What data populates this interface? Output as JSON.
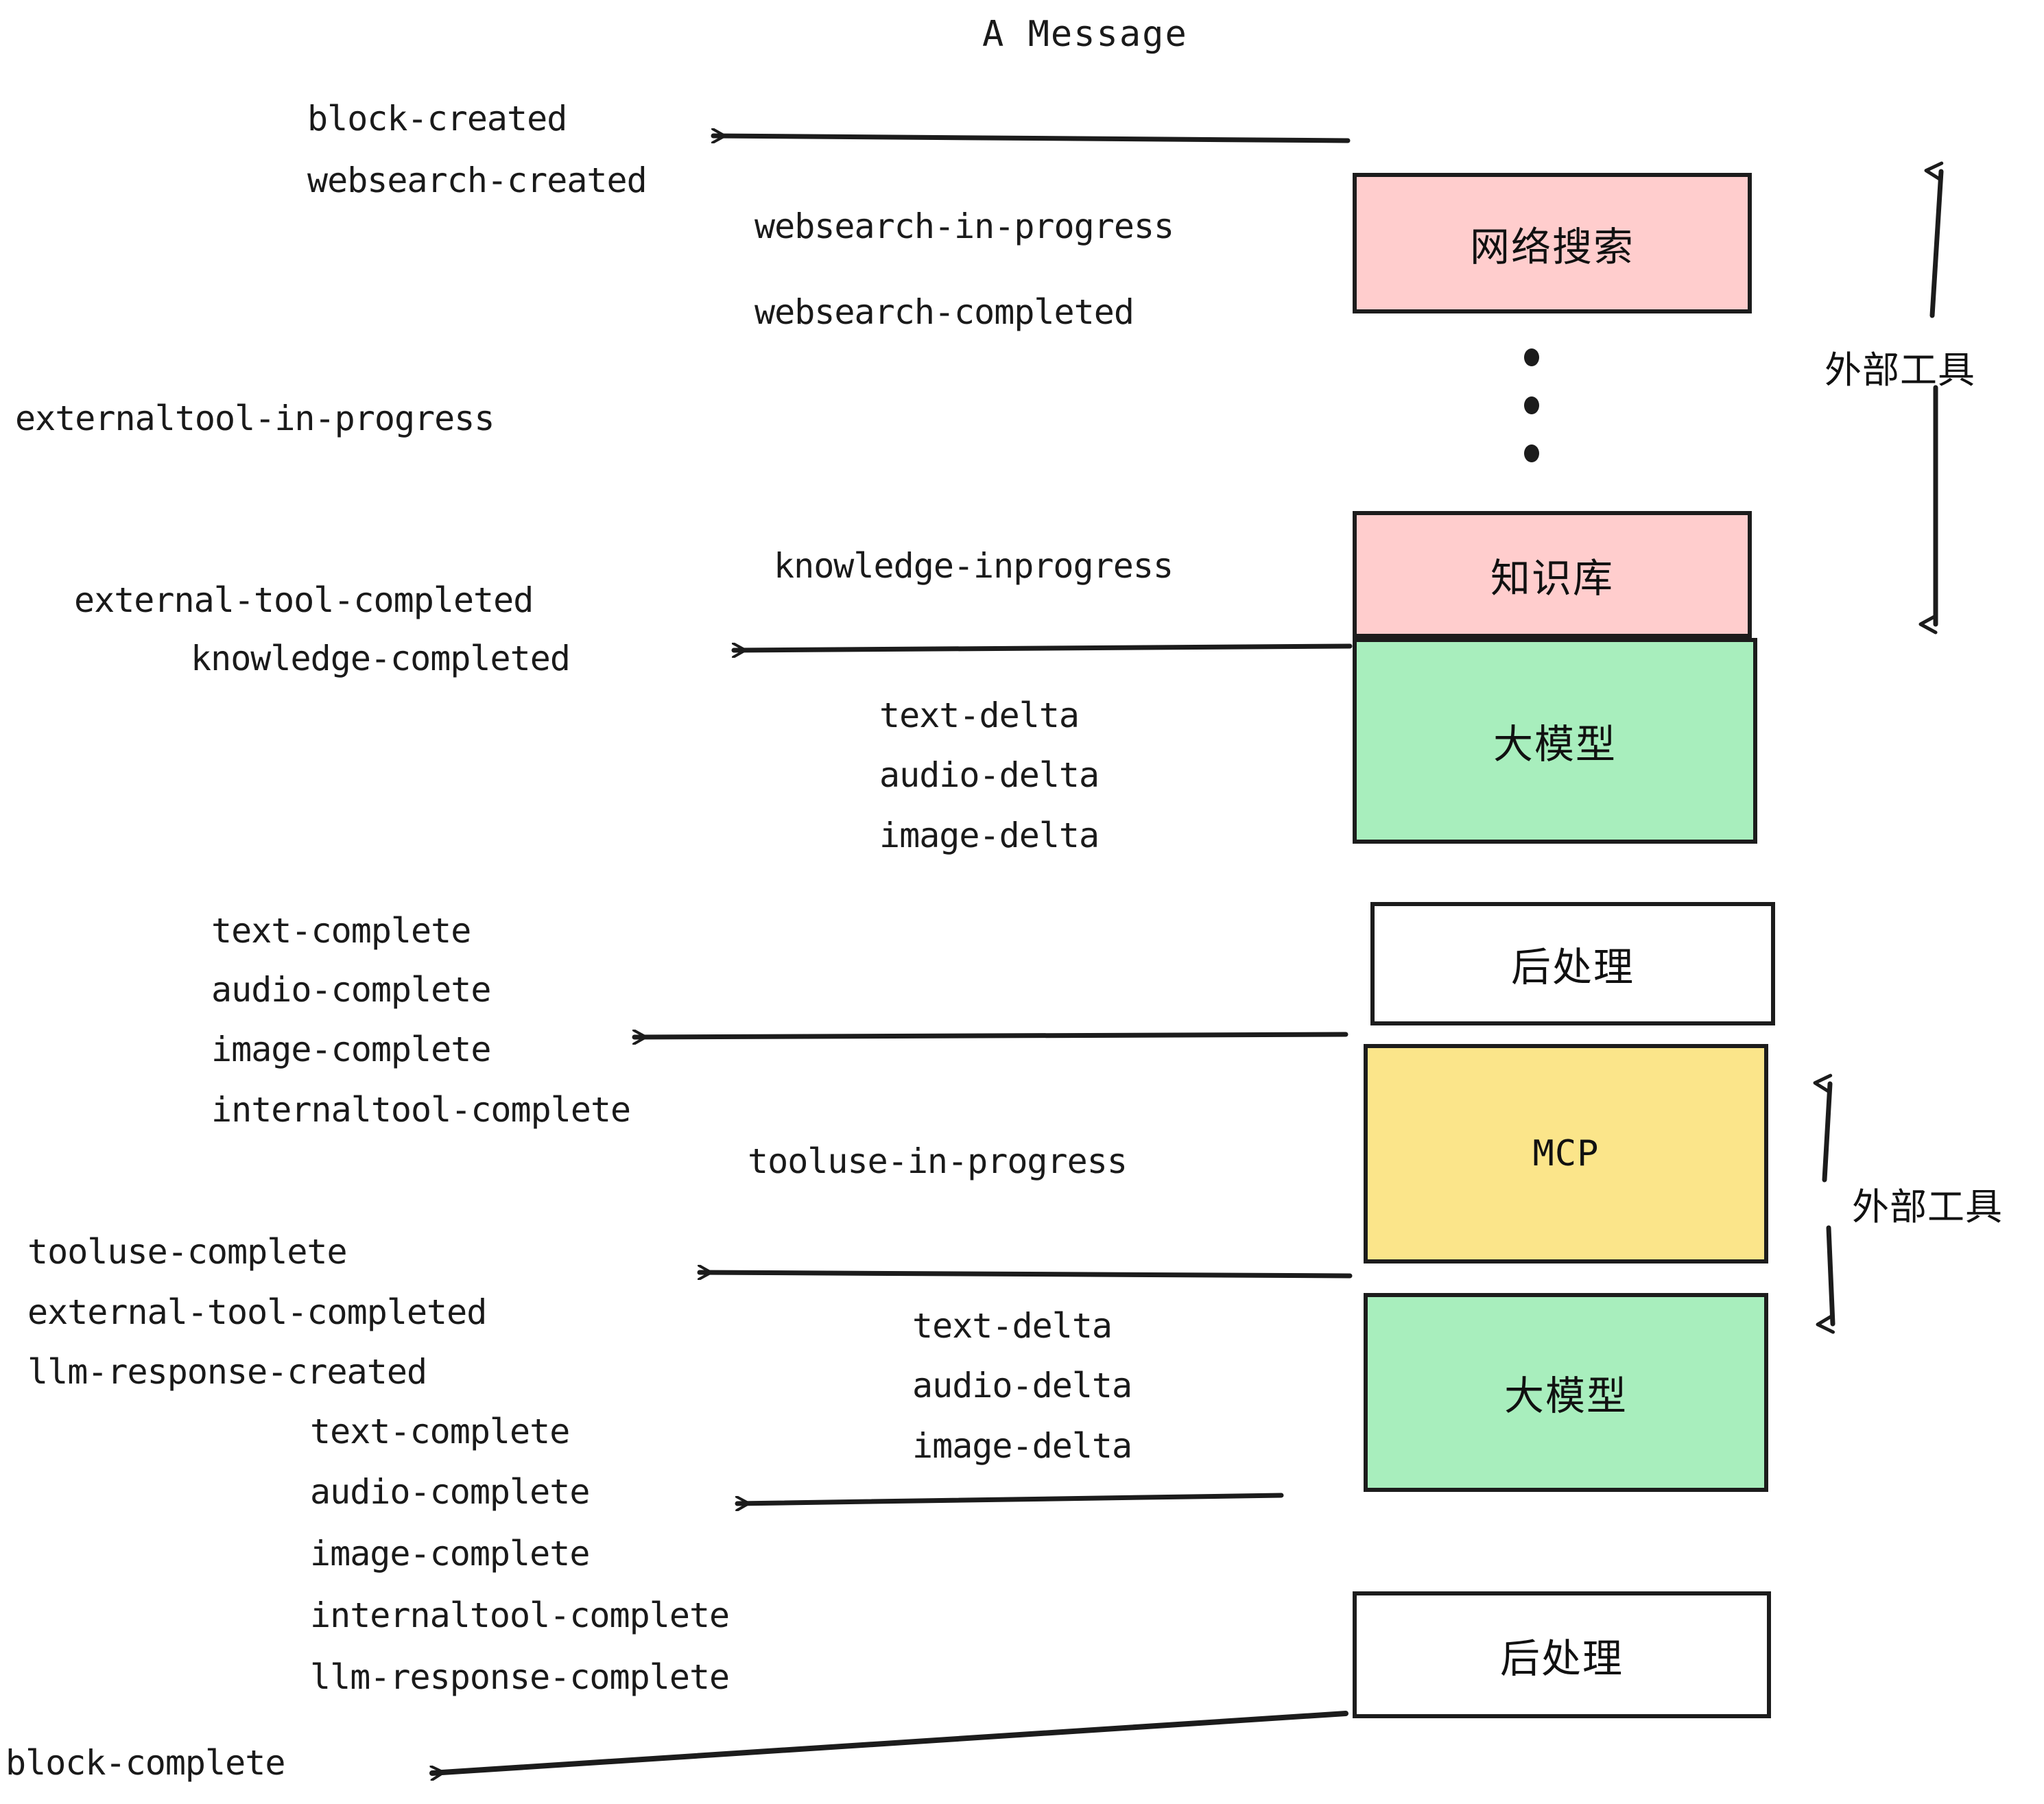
{
  "title": "A Message",
  "colors": {
    "pink": "#ffcdcd",
    "green": "#a8eebd",
    "yellow": "#fbe58a",
    "white": "#ffffff",
    "stroke": "#1c1c1c",
    "text": "#1a1a1a"
  },
  "boxes": [
    {
      "id": "websearch",
      "label": "网络搜索",
      "fill": "pink",
      "mono": false
    },
    {
      "id": "knowledge",
      "label": "知识库",
      "fill": "pink",
      "mono": false
    },
    {
      "id": "llm-1",
      "label": "大模型",
      "fill": "green",
      "mono": false
    },
    {
      "id": "postprocess-1",
      "label": "后处理",
      "fill": "white",
      "mono": false
    },
    {
      "id": "mcp",
      "label": "MCP",
      "fill": "yellow",
      "mono": true
    },
    {
      "id": "llm-2",
      "label": "大模型",
      "fill": "green",
      "mono": false
    },
    {
      "id": "postprocess-2",
      "label": "后处理",
      "fill": "white",
      "mono": false
    }
  ],
  "side_labels": [
    {
      "id": "external-tools-top",
      "text": "外部工具"
    },
    {
      "id": "external-tools-bottom",
      "text": "外部工具"
    }
  ],
  "events": [
    {
      "id": "block-created",
      "text": "block-created"
    },
    {
      "id": "websearch-created",
      "text": "websearch-created"
    },
    {
      "id": "websearch-in-progress",
      "text": "websearch-in-progress"
    },
    {
      "id": "websearch-completed",
      "text": "websearch-completed"
    },
    {
      "id": "externaltool-in-progress",
      "text": "externaltool-in-progress"
    },
    {
      "id": "knowledge-inprogress",
      "text": "knowledge-inprogress"
    },
    {
      "id": "external-tool-completed-1",
      "text": "external-tool-completed"
    },
    {
      "id": "knowledge-completed",
      "text": "knowledge-completed"
    },
    {
      "id": "text-delta-1",
      "text": "text-delta"
    },
    {
      "id": "audio-delta-1",
      "text": "audio-delta"
    },
    {
      "id": "image-delta-1",
      "text": "image-delta"
    },
    {
      "id": "text-complete-1",
      "text": "text-complete"
    },
    {
      "id": "audio-complete-1",
      "text": "audio-complete"
    },
    {
      "id": "image-complete-1",
      "text": "image-complete"
    },
    {
      "id": "internaltool-complete-1",
      "text": "internaltool-complete"
    },
    {
      "id": "tooluse-in-progress",
      "text": "tooluse-in-progress"
    },
    {
      "id": "tooluse-complete",
      "text": "tooluse-complete"
    },
    {
      "id": "external-tool-completed-2",
      "text": "external-tool-completed"
    },
    {
      "id": "llm-response-created",
      "text": "llm-response-created"
    },
    {
      "id": "text-delta-2",
      "text": "text-delta"
    },
    {
      "id": "audio-delta-2",
      "text": "audio-delta"
    },
    {
      "id": "image-delta-2",
      "text": "image-delta"
    },
    {
      "id": "text-complete-2",
      "text": "text-complete"
    },
    {
      "id": "audio-complete-2",
      "text": "audio-complete"
    },
    {
      "id": "image-complete-2",
      "text": "image-complete"
    },
    {
      "id": "internaltool-complete-2",
      "text": "internaltool-complete"
    },
    {
      "id": "llm-response-complete",
      "text": "llm-response-complete"
    },
    {
      "id": "block-complete",
      "text": "block-complete"
    }
  ]
}
